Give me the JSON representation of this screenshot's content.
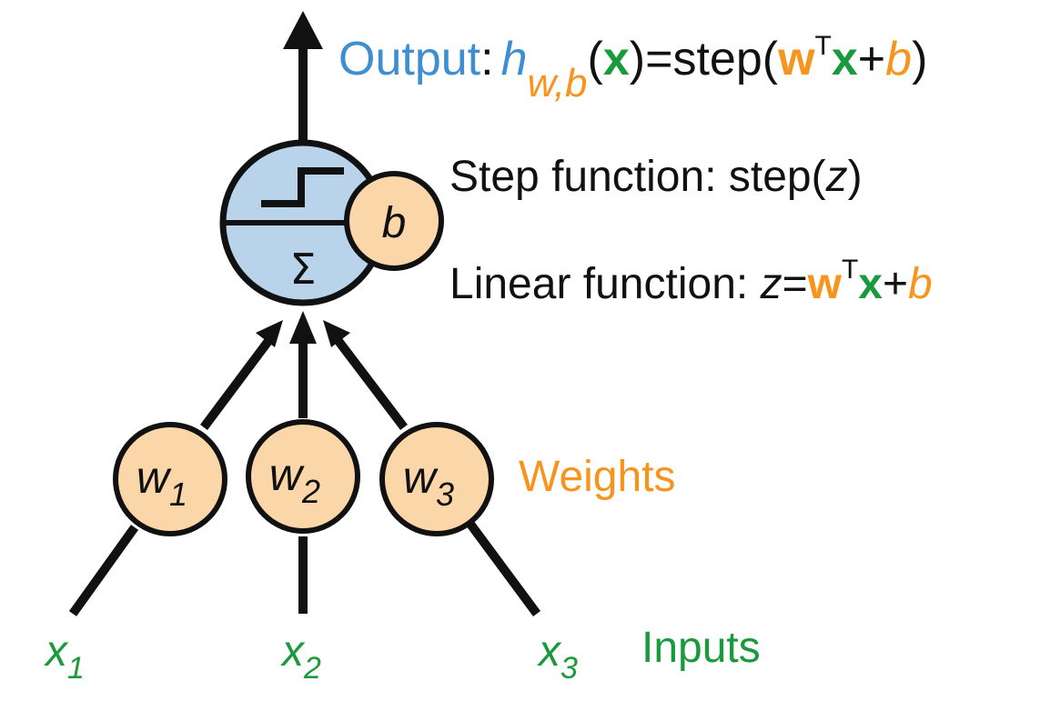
{
  "colors": {
    "orange": "#f7941d",
    "green": "#1a9a3c",
    "blue": "#3d8fd1",
    "black": "#111111",
    "node_fill": "#fbd6a8",
    "unit_fill": "#b8d3ea",
    "stroke": "#111111"
  },
  "output": {
    "label": "Output",
    "colon": ":",
    "h": "h",
    "subscript": "w,b",
    "open": "(",
    "x": "x",
    "close_eq": ")=step(",
    "w": "w",
    "T": "T",
    "xx": "x",
    "plus": "+",
    "b": "b",
    "end": ")"
  },
  "unit": {
    "sigma": "Σ",
    "bias": "b",
    "step_icon": "step-function-icon"
  },
  "step_function": {
    "text": "Step function: step(",
    "z": "z",
    "end": ")"
  },
  "linear_function": {
    "text": "Linear function: ",
    "z": "z",
    "eq": "=",
    "w": "w",
    "T": "T",
    "x": "x",
    "plus": "+",
    "b": "b"
  },
  "weights": {
    "label": "Weights",
    "items": [
      {
        "w": "w",
        "sub": "1"
      },
      {
        "w": "w",
        "sub": "2"
      },
      {
        "w": "w",
        "sub": "3"
      }
    ]
  },
  "inputs": {
    "label": "Inputs",
    "items": [
      {
        "x": "x",
        "sub": "1"
      },
      {
        "x": "x",
        "sub": "2"
      },
      {
        "x": "x",
        "sub": "3"
      }
    ]
  }
}
